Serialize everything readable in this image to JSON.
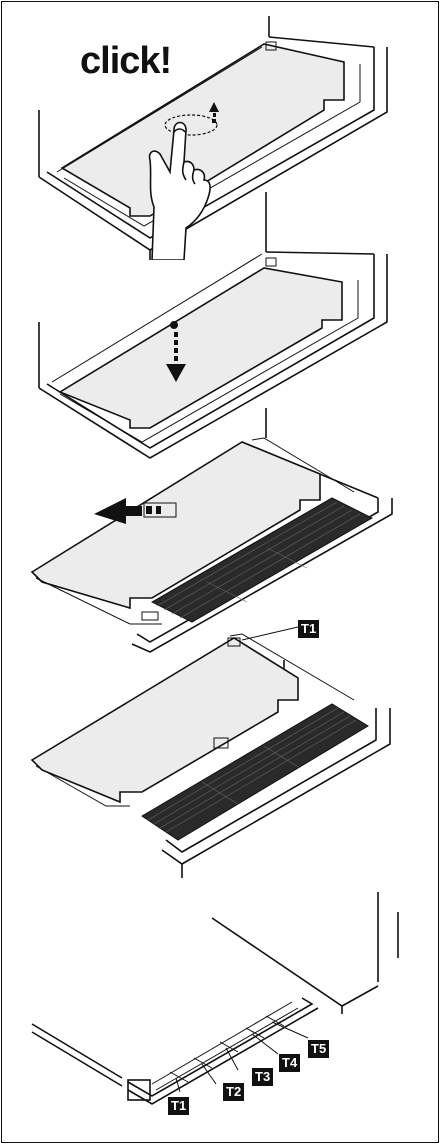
{
  "step1": {
    "caption": "click!"
  },
  "step4": {
    "label_t1": "T1"
  },
  "step5": {
    "labels": [
      "T1",
      "T2",
      "T3",
      "T4",
      "T5"
    ]
  },
  "colors": {
    "ink": "#111111",
    "panel_fill": "#ececec",
    "mesh": "#2a2a2a",
    "background": "#ffffff"
  },
  "icons": [
    "hand-icon",
    "down-arrow-icon",
    "left-arrow-icon",
    "up-arrow-icon"
  ]
}
